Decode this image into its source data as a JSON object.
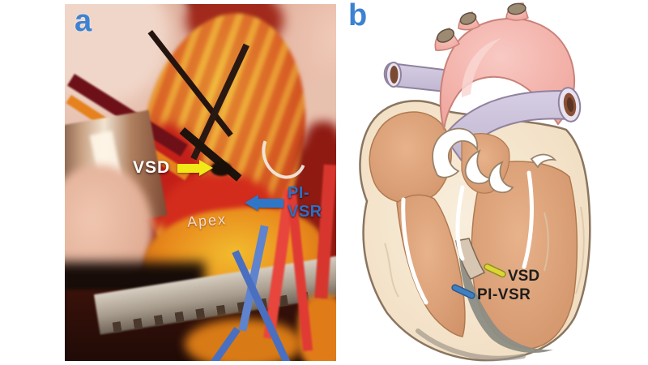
{
  "figure": {
    "panel_a": {
      "label": "a",
      "vsd_label": "VSD",
      "pivsr_label": "PI-VSR",
      "apex_label": "Apex"
    },
    "panel_b": {
      "label": "b",
      "vsd_label": "VSD",
      "pivsr_label": "PI-VSR"
    },
    "colors": {
      "panel_label_blue": "#3c82d2",
      "panel_a_vsd_text": "#ffffff",
      "panel_a_vsd_arrow_yellow": "#f2e818",
      "panel_a_pivsr_text": "#2f6fc4",
      "panel_a_pivsr_arrow_blue": "#2e77c8",
      "panel_a_apex_text": "#faeeea",
      "panel_b_label_text": "#1d1d1d",
      "panel_b_vsd_marker_yellow": "#dad733",
      "panel_b_pivsr_marker_blue": "#3f80c2",
      "heart_wall_cream": "#f5e7d1",
      "chamber_tan": "#dca179",
      "aorta_pink": "#f4b7b1",
      "vessel_lavender": "#cbc2da",
      "apex_gray": "#8d8d84"
    }
  }
}
